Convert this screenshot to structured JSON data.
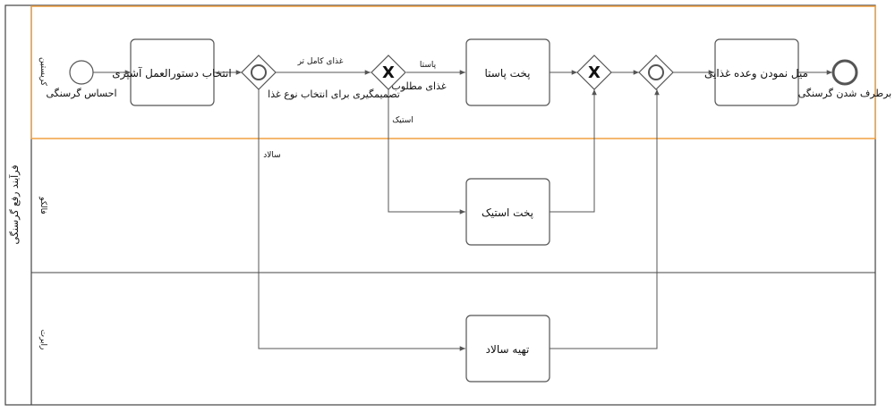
{
  "pool": {
    "label": "فرآیند رفع گرسنگی"
  },
  "lanes": [
    {
      "id": "l1",
      "label": "کریستین"
    },
    {
      "id": "l2",
      "label": "فالکو"
    },
    {
      "id": "l3",
      "label": "رابرت"
    }
  ],
  "events": {
    "start": {
      "label": "احساس گرسنگی"
    },
    "end": {
      "label": "برطرف شدن گرسنگی"
    }
  },
  "tasks": {
    "choose_recipe": "انتخاب دستورالعمل آشپزی",
    "cook_pasta": "پخت پاستا",
    "cook_steak": "پخت استیک",
    "prepare_salad": "تهیه سالاد",
    "eat_meal": "میل نمودن وعده غذایی"
  },
  "gateways": {
    "decide_food_type": "تصمیمگیری برای انتخاب نوع غذا",
    "desired_food": "غذای مطلوب"
  },
  "flows": {
    "complete_food": "غذای کامل تر",
    "pasta": "پاستا",
    "steak": "استیک",
    "salad": "سالاد"
  }
}
